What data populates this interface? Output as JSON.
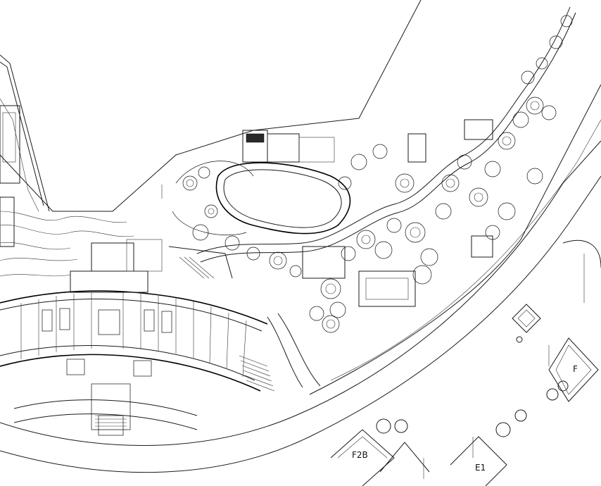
{
  "drawing": {
    "type": "site-plan-cad",
    "background_color": "#ffffff",
    "line_color": "#000000"
  },
  "labels": {
    "villa_b": "F2B",
    "villa_e": "E1",
    "villa_f": "F"
  }
}
